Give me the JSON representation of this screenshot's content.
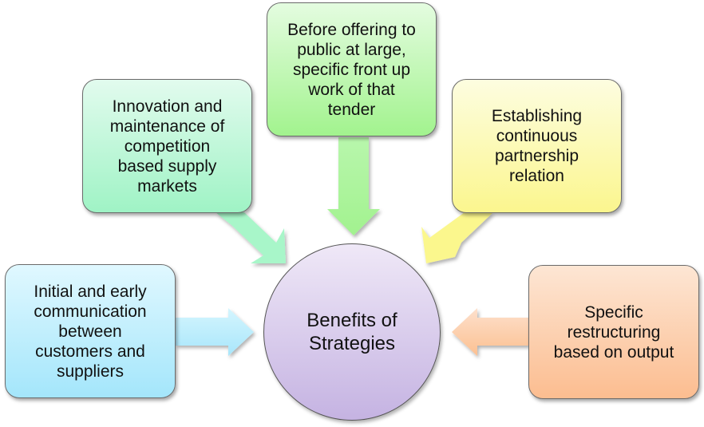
{
  "diagram": {
    "type": "radial-converging",
    "center": {
      "label": "Benefits of\nStrategies",
      "color": "#d7c9ec"
    },
    "nodes": [
      {
        "id": "left",
        "label": "Initial and early\ncommunication\nbetween\ncustomers and\nsuppliers",
        "color": "#bdeefc"
      },
      {
        "id": "topleft",
        "label": "Innovation and\nmaintenance of\ncompetition\nbased supply\nmarkets",
        "color": "#b8f6d4"
      },
      {
        "id": "top",
        "label": "Before offering to\npublic at large,\nspecific front up\nwork of that\ntender",
        "color": "#b9f5aa"
      },
      {
        "id": "topright",
        "label": "Establishing\ncontinuous\npartnership\nrelation",
        "color": "#fcf8ad"
      },
      {
        "id": "right",
        "label": "Specific\nrestructuring\nbased on output",
        "color": "#fdcfa9"
      }
    ],
    "edges": [
      {
        "from": "left",
        "to": "center",
        "direction": "right",
        "color": "#b3ecfd"
      },
      {
        "from": "topleft",
        "to": "center",
        "direction": "down-right",
        "color": "#a7f6c8"
      },
      {
        "from": "top",
        "to": "center",
        "direction": "down",
        "color": "#a9f39a"
      },
      {
        "from": "topright",
        "to": "center",
        "direction": "down-left",
        "color": "#fbf78e"
      },
      {
        "from": "right",
        "to": "center",
        "direction": "left",
        "color": "#fcc89c"
      }
    ]
  }
}
